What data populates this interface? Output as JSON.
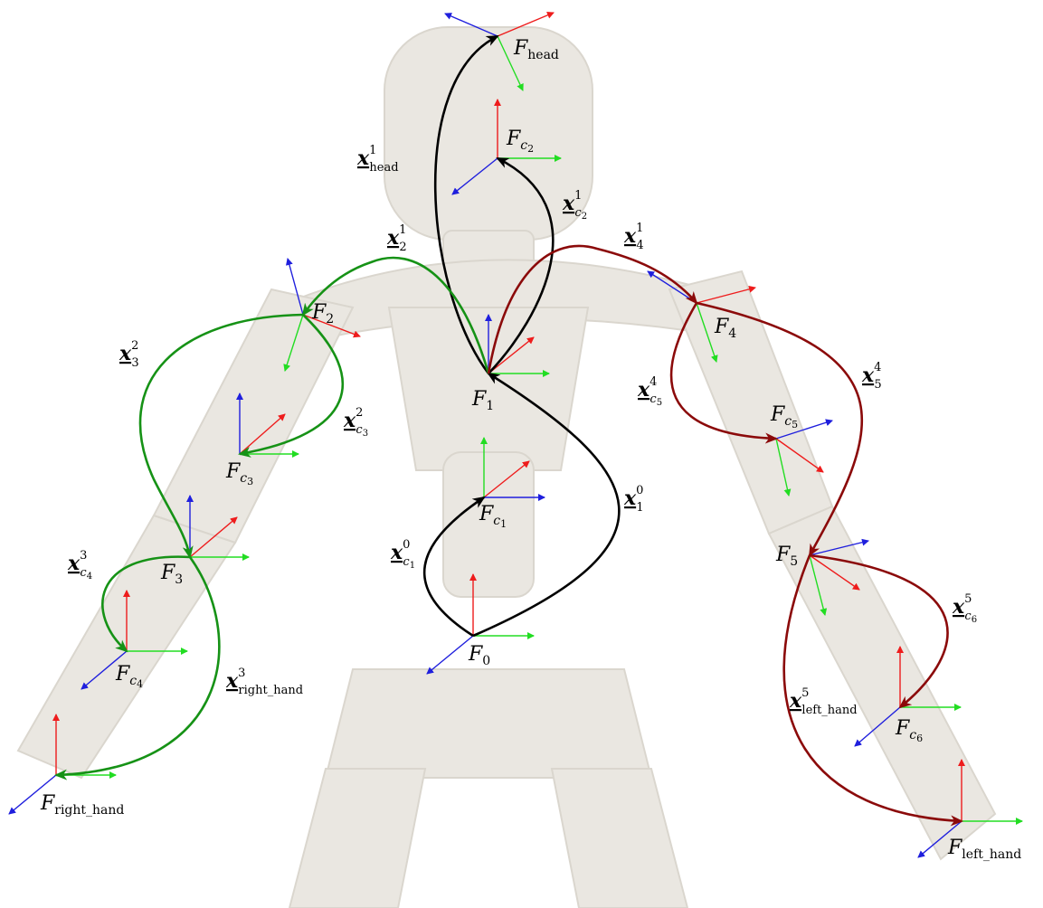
{
  "robot": {
    "body_color": "#cfc8b8",
    "outline_color": "#a89f8c"
  },
  "colors": {
    "x_axis": "#ee1c1c",
    "y_axis": "#22dd22",
    "z_axis": "#1f1fdd",
    "black_path": "#000000",
    "green_path": "#169216",
    "red_path": "#8b0a0a"
  },
  "frames": [
    {
      "id": "head",
      "script": "F",
      "sub": "head",
      "sup": ""
    },
    {
      "id": "c2",
      "script": "F",
      "sub": "c",
      "subsub": "2"
    },
    {
      "id": "2",
      "script": "F",
      "sub": "2"
    },
    {
      "id": "4",
      "script": "F",
      "sub": "4"
    },
    {
      "id": "1",
      "script": "F",
      "sub": "1"
    },
    {
      "id": "c3",
      "script": "F",
      "sub": "c",
      "subsub": "3"
    },
    {
      "id": "c5",
      "script": "F",
      "sub": "c",
      "subsub": "5"
    },
    {
      "id": "c1",
      "script": "F",
      "sub": "c",
      "subsub": "1"
    },
    {
      "id": "3",
      "script": "F",
      "sub": "3"
    },
    {
      "id": "5",
      "script": "F",
      "sub": "5"
    },
    {
      "id": "0",
      "script": "F",
      "sub": "0"
    },
    {
      "id": "c4",
      "script": "F",
      "sub": "c",
      "subsub": "4"
    },
    {
      "id": "c6",
      "script": "F",
      "sub": "c",
      "subsub": "6"
    },
    {
      "id": "right_hand",
      "script": "F",
      "sub": "right_hand"
    },
    {
      "id": "left_hand",
      "script": "F",
      "sub": "left_hand"
    }
  ],
  "transforms": [
    {
      "id": "x_head_1",
      "sym": "x",
      "sub": "head",
      "sup": "1"
    },
    {
      "id": "x_c2_1",
      "sym": "x",
      "sub": "c",
      "subsub": "2",
      "sup": "1"
    },
    {
      "id": "x_2_1",
      "sym": "x",
      "sub": "2",
      "sup": "1"
    },
    {
      "id": "x_4_1",
      "sym": "x",
      "sub": "4",
      "sup": "1"
    },
    {
      "id": "x_3_2",
      "sym": "x",
      "sub": "3",
      "sup": "2"
    },
    {
      "id": "x_c3_2",
      "sym": "x",
      "sub": "c",
      "subsub": "3",
      "sup": "2"
    },
    {
      "id": "x_c5_4",
      "sym": "x",
      "sub": "c",
      "subsub": "5",
      "sup": "4"
    },
    {
      "id": "x_5_4",
      "sym": "x",
      "sub": "5",
      "sup": "4"
    },
    {
      "id": "x_1_0",
      "sym": "x",
      "sub": "1",
      "sup": "0"
    },
    {
      "id": "x_c1_0",
      "sym": "x",
      "sub": "c",
      "subsub": "1",
      "sup": "0"
    },
    {
      "id": "x_c4_3",
      "sym": "x",
      "sub": "c",
      "subsub": "4",
      "sup": "3"
    },
    {
      "id": "x_c6_5",
      "sym": "x",
      "sub": "c",
      "subsub": "6",
      "sup": "5"
    },
    {
      "id": "x_right_hand_3",
      "sym": "x",
      "sub": "right_hand",
      "sup": "3"
    },
    {
      "id": "x_left_hand_5",
      "sym": "x",
      "sub": "left_hand",
      "sup": "5"
    }
  ]
}
